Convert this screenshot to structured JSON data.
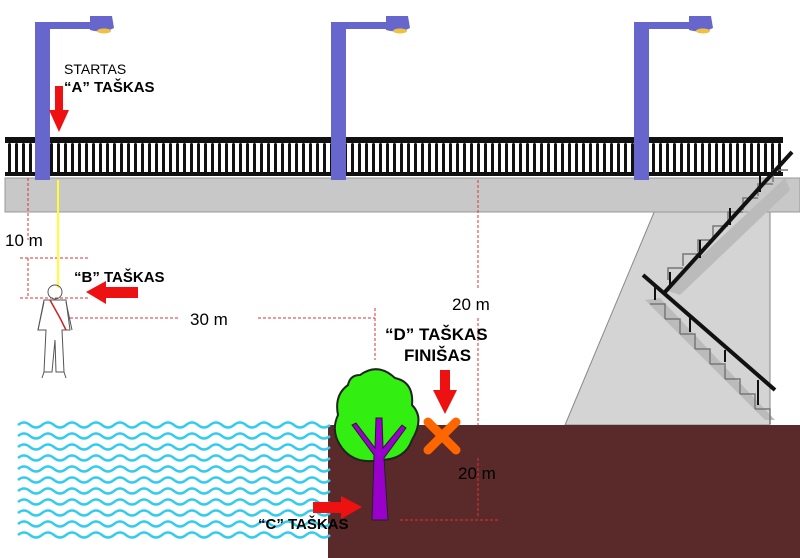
{
  "labels": {
    "point_a_line1": "STARTAS",
    "point_a_line2": "“A” TAŠKAS",
    "point_b": "“B” TAŠKAS",
    "point_c": "“C” TAŠKAS",
    "point_d_line1": "“D” TAŠKAS",
    "point_d_line2": "FINIŠAS"
  },
  "dimensions": {
    "drop_height": "10 m",
    "horizontal_distance": "30 m",
    "bridge_height": "20 m",
    "ground_depth": "20 m"
  },
  "colors": {
    "lamp_post": "#6666cc",
    "bridge_deck": "#c8c8c8",
    "railing": "#111111",
    "water": "#33ccee",
    "ground": "#5a2a2a",
    "tree_foliage": "#33ee11",
    "tree_trunk": "#9900cc",
    "arrow": "#ee1111",
    "finish_marker": "#ff6600",
    "rope": "#ffff33",
    "dimension_line": "#dd3333",
    "stairs": "#999999"
  }
}
